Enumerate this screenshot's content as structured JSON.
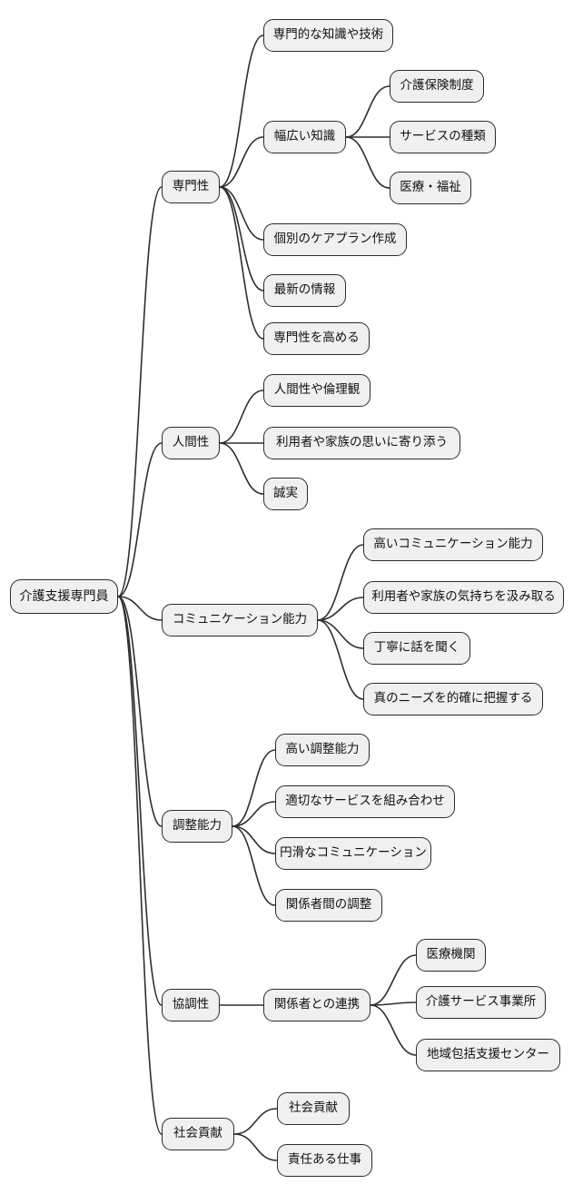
{
  "diagram": {
    "type": "mindmap",
    "orientation": "left-to-right",
    "colors": {
      "background": "#ffffff",
      "node_fill": "#f0f0f0",
      "node_border": "#2b2b2b",
      "edge": "#2e2e2e",
      "text": "#111111"
    },
    "root": {
      "id": "root",
      "label": "介護支援専門員",
      "children": [
        {
          "id": "n1",
          "label": "専門性",
          "children": [
            {
              "id": "n1-1",
              "label": "専門的な知識や技術"
            },
            {
              "id": "n1-2",
              "label": "幅広い知識",
              "children": [
                {
                  "id": "n1-2-1",
                  "label": "介護保険制度"
                },
                {
                  "id": "n1-2-2",
                  "label": "サービスの種類"
                },
                {
                  "id": "n1-2-3",
                  "label": "医療・福祉"
                }
              ]
            },
            {
              "id": "n1-3",
              "label": "個別のケアプラン作成"
            },
            {
              "id": "n1-4",
              "label": "最新の情報"
            },
            {
              "id": "n1-5",
              "label": "専門性を高める"
            }
          ]
        },
        {
          "id": "n2",
          "label": "人間性",
          "children": [
            {
              "id": "n2-1",
              "label": "人間性や倫理観"
            },
            {
              "id": "n2-2",
              "label": "利用者や家族の思いに寄り添う"
            },
            {
              "id": "n2-3",
              "label": "誠実"
            }
          ]
        },
        {
          "id": "n3",
          "label": "コミュニケーション能力",
          "children": [
            {
              "id": "n3-1",
              "label": "高いコミュニケーション能力"
            },
            {
              "id": "n3-2",
              "label": "利用者や家族の気持ちを汲み取る"
            },
            {
              "id": "n3-3",
              "label": "丁寧に話を聞く"
            },
            {
              "id": "n3-4",
              "label": "真のニーズを的確に把握する"
            }
          ]
        },
        {
          "id": "n4",
          "label": "調整能力",
          "children": [
            {
              "id": "n4-1",
              "label": "高い調整能力"
            },
            {
              "id": "n4-2",
              "label": "適切なサービスを組み合わせ"
            },
            {
              "id": "n4-3",
              "label": "円滑なコミュニケーション"
            },
            {
              "id": "n4-4",
              "label": "関係者間の調整"
            }
          ]
        },
        {
          "id": "n5",
          "label": "協調性",
          "children": [
            {
              "id": "n5-1",
              "label": "関係者との連携",
              "children": [
                {
                  "id": "n5-1-1",
                  "label": "医療機関"
                },
                {
                  "id": "n5-1-2",
                  "label": "介護サービス事業所"
                },
                {
                  "id": "n5-1-3",
                  "label": "地域包括支援センター"
                }
              ]
            }
          ]
        },
        {
          "id": "n6",
          "label": "社会貢献",
          "children": [
            {
              "id": "n6-1",
              "label": "社会貢献"
            },
            {
              "id": "n6-2",
              "label": "責任ある仕事"
            }
          ]
        }
      ]
    }
  }
}
